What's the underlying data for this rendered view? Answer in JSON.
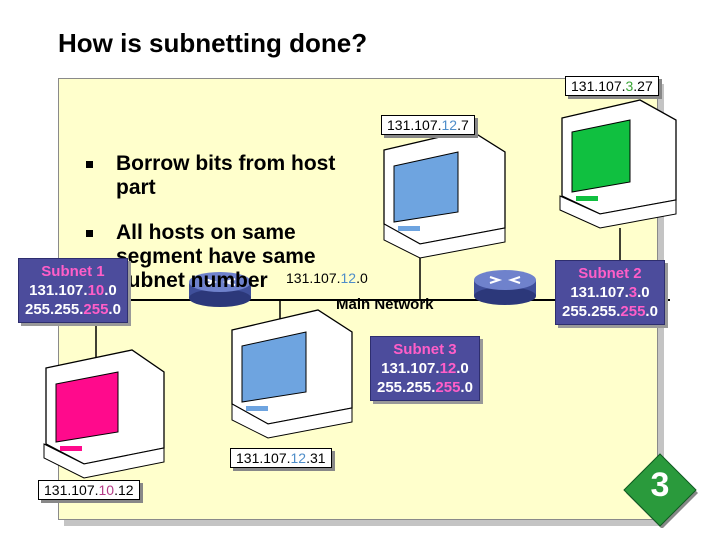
{
  "slide": {
    "title": "How is subnetting done?",
    "page_number": "3",
    "bullets": [
      "Borrow bits from host part",
      "All hosts on same segment have same subnet number"
    ]
  },
  "hosts": {
    "top_right": {
      "prefix": "131.107.",
      "octet": "3",
      "suffix": ".27"
    },
    "center_top": {
      "prefix": "131.107.",
      "octet": "12",
      "suffix": ".7"
    },
    "center_bottom": {
      "prefix": "131.107.",
      "octet": "12",
      "suffix": ".31"
    },
    "bottom_left": {
      "prefix": "131.107.",
      "octet": "10",
      "suffix": ".12"
    }
  },
  "subnets": {
    "subnet1": {
      "name": "Subnet 1",
      "net_prefix": "131.107.",
      "net_octet": "10",
      "net_suffix": ".0",
      "mask_prefix": "255.255.",
      "mask_octet": "255",
      "mask_suffix": ".0"
    },
    "subnet2": {
      "name": "Subnet 2",
      "net_prefix": "131.107.",
      "net_octet": "3",
      "net_suffix": ".0",
      "mask_prefix": "255.255.",
      "mask_octet": "255",
      "mask_suffix": ".0"
    },
    "subnet3": {
      "name": "Subnet 3",
      "net_prefix": "131.107.",
      "net_octet": "12",
      "net_suffix": ".0",
      "mask_prefix": "255.255.",
      "mask_octet": "255",
      "mask_suffix": ".0"
    }
  },
  "main_network": {
    "label": "Main Network",
    "prefix": "131.107.",
    "octet": "12",
    "suffix": ".0"
  },
  "colors": {
    "subnet1_accent": "#b53a86",
    "subnet2_accent": "#3aa535",
    "subnet3_accent": "#4e8dc9",
    "subnet_box_bg": "#4c4c9c",
    "mask_highlight": "#ff5ec8",
    "panel_bg": "#ffffcc",
    "badge": "#2a9a3c"
  }
}
